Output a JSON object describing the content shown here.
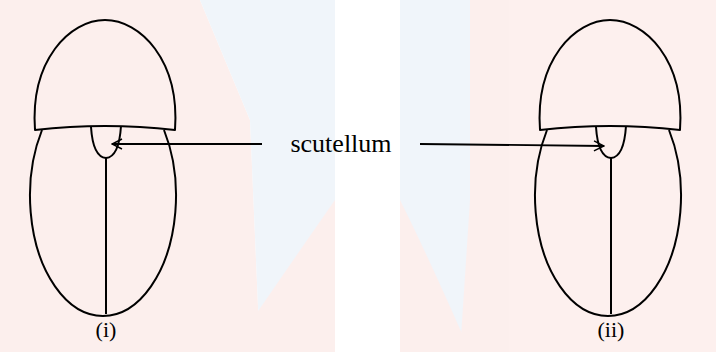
{
  "diagram": {
    "labels": [
      "scutellum",
      "(i)",
      "(ii)"
    ]
  }
}
